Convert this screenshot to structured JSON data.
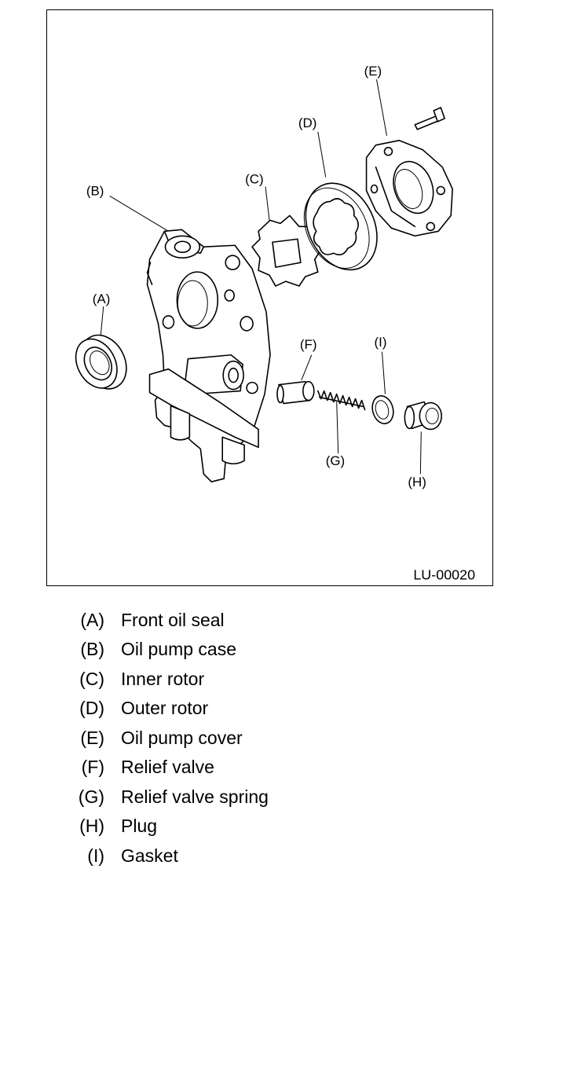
{
  "figure": {
    "ref_code": "LU-00020",
    "callouts": {
      "a": "(A)",
      "b": "(B)",
      "c": "(C)",
      "d": "(D)",
      "e": "(E)",
      "f": "(F)",
      "g": "(G)",
      "h": "(H)",
      "i": "(I)"
    }
  },
  "legend": [
    {
      "key": "(A)",
      "text": "Front oil seal"
    },
    {
      "key": "(B)",
      "text": "Oil pump case"
    },
    {
      "key": "(C)",
      "text": "Inner rotor"
    },
    {
      "key": "(D)",
      "text": "Outer rotor"
    },
    {
      "key": "(E)",
      "text": "Oil pump cover"
    },
    {
      "key": "(F)",
      "text": "Relief valve"
    },
    {
      "key": "(G)",
      "text": "Relief valve spring"
    },
    {
      "key": "(H)",
      "text": "Plug"
    },
    {
      "key": "(I)",
      "text": "Gasket"
    }
  ]
}
